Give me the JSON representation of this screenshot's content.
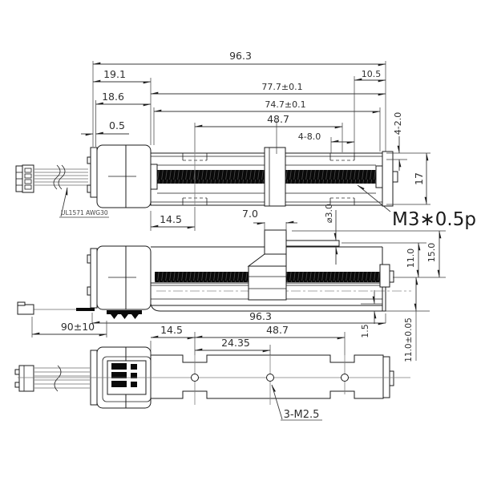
{
  "meta": {
    "type": "engineering-drawing",
    "units": "mm",
    "description": "Linear stepper motor actuator, three orthographic views with dimensions"
  },
  "colors": {
    "line": "#1b1b1b",
    "dim_text": "#2f2f2f",
    "screw": "#0a0a0a",
    "wire": "#8f8f8f"
  },
  "labels": {
    "cable_spec": "UL1571 AWG30",
    "thread_callout": "M3∗0.5p",
    "holes_callout": "3-M2.5",
    "rod_diameter": "⌀3.0"
  },
  "dimensions": {
    "top": {
      "overall_length": "96.3",
      "motor_length_with_boss": "19.1",
      "motor_body_length": "18.6",
      "boss_offset": "0.5",
      "rail_length": "77.7±0.1",
      "screw_length": "74.7±0.1",
      "hole_span": "48.7",
      "notch_width": "4-8.0",
      "end_offset": "10.5",
      "notch_depth": "4-2.0",
      "rail_width": "17",
      "first_hole_offset": "14.5"
    },
    "side": {
      "slider_arm_width": "7.0",
      "rod_center_height": "11.0",
      "arm_top_height": "15.0",
      "overall_length": "96.3",
      "base_step": "1.5",
      "axis_height": "11.0±0.05",
      "cable_length": "90±10"
    },
    "bottom": {
      "first_hole_offset": "14.5",
      "hole_span": "48.7",
      "hole_pitch": "24.35"
    }
  }
}
